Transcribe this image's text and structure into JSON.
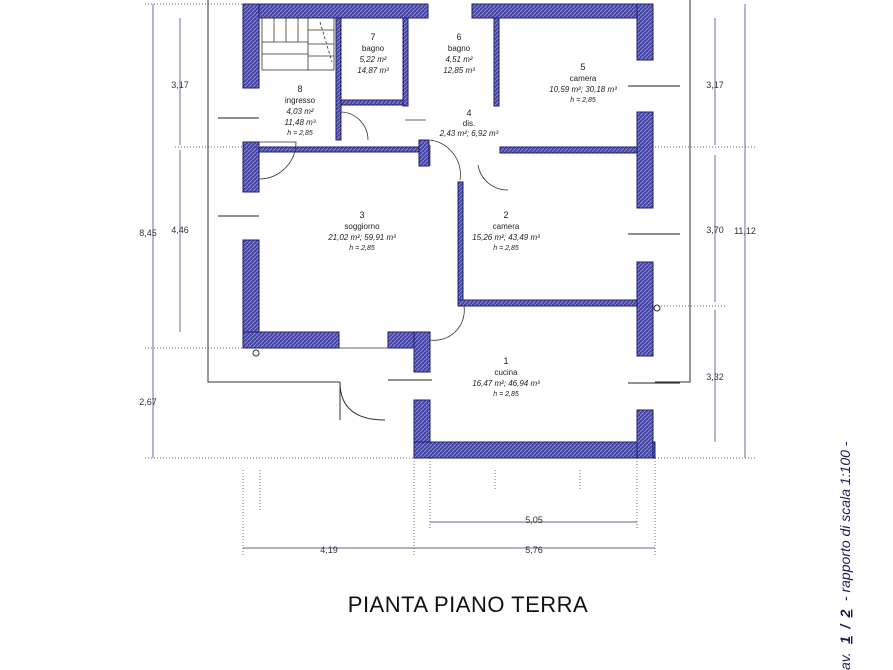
{
  "title": "PIANTA PIANO TERRA",
  "side_label": {
    "prefix": "av.",
    "num_a": "1",
    "sep": "/",
    "num_b": "2",
    "suffix": "- rapporto di scala 1:100 -"
  },
  "colors": {
    "wall_fill": "#4a4aa6",
    "wall_stroke": "#1d1d6e",
    "line": "#2b2b2b",
    "dim_line": "#30306e"
  },
  "rooms": [
    {
      "num": "1",
      "name": "cucina",
      "area": "16,47 m²; 46,94 m³",
      "h": "h = 2,85"
    },
    {
      "num": "2",
      "name": "camera",
      "area": "15,26 m²; 43,49 m³",
      "h": "h = 2,85"
    },
    {
      "num": "3",
      "name": "soggiorno",
      "area": "21,02 m²; 59,91 m³",
      "h": "h = 2,85"
    },
    {
      "num": "4",
      "name": "dis.",
      "area": "2,43 m²; 6,92 m³",
      "h": ""
    },
    {
      "num": "5",
      "name": "camera",
      "area": "10,59 m²; 30,18 m³",
      "h": "h = 2,85"
    },
    {
      "num": "6",
      "name": "bagno",
      "area": "4,51 m²",
      "h": "12,85 m³"
    },
    {
      "num": "7",
      "name": "bagno",
      "area": "5,22 m²",
      "h": "14,87 m³"
    },
    {
      "num": "8",
      "name": "ingresso",
      "area": "4,03 m²",
      "h": "11,48 m³",
      "h2": "h = 2,85"
    }
  ],
  "dimensions": {
    "left_317": "3,17",
    "left_845": "8,45",
    "left_446": "4,46",
    "left_267": "2,67",
    "right_317": "3,17",
    "right_370": "3,70",
    "right_332": "3,32",
    "right_1112": "11,12",
    "bottom_505": "5,05",
    "bottom_419": "4,19",
    "bottom_576": "5,76"
  }
}
